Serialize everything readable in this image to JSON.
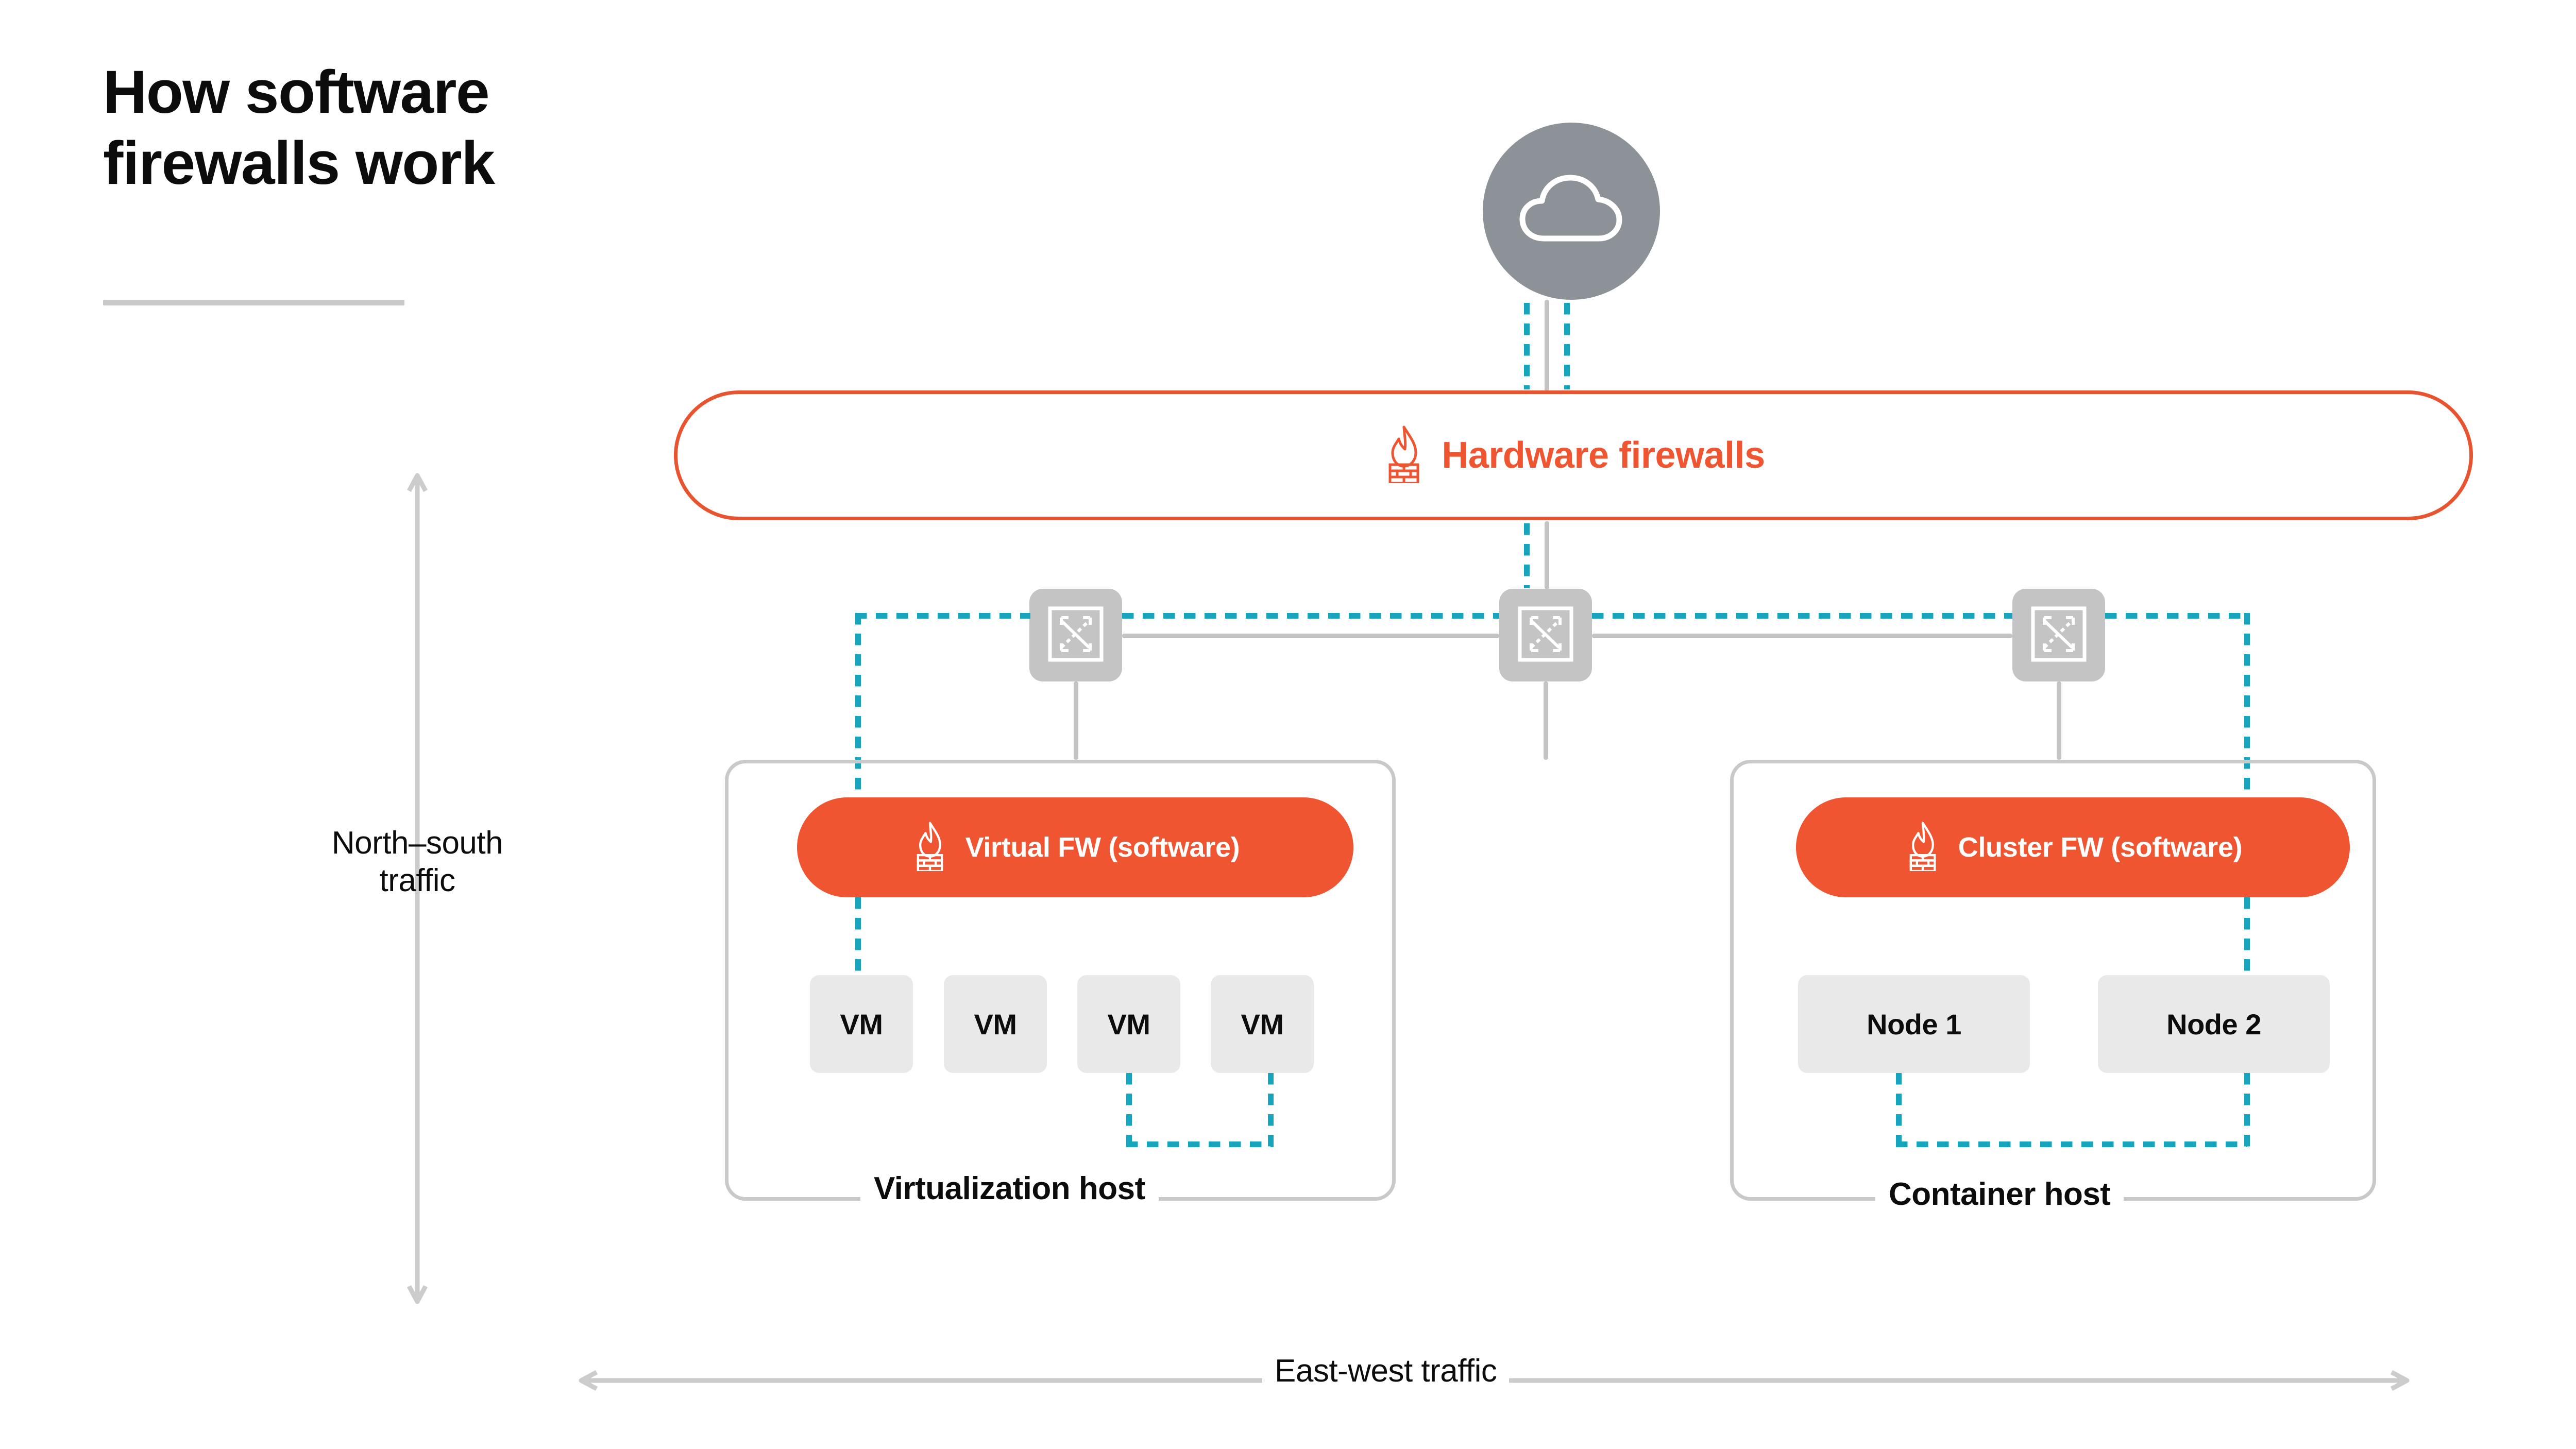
{
  "title": {
    "line1": "How software",
    "line2": "firewalls work"
  },
  "cloud": {
    "icon": "cloud-icon",
    "circle_color": "#8d9298"
  },
  "hardware_firewall": {
    "label": "Hardware firewalls",
    "icon": "firewall-flame-icon",
    "color": "#ee5530"
  },
  "switches": [
    {
      "id": "switch-left",
      "icon": "network-switch-icon"
    },
    {
      "id": "switch-mid",
      "icon": "network-switch-icon"
    },
    {
      "id": "switch-right",
      "icon": "network-switch-icon"
    }
  ],
  "hosts": [
    {
      "id": "virtualization-host",
      "label": "Virtualization host",
      "firewall": {
        "label": "Virtual FW (software)",
        "icon": "firewall-flame-icon"
      },
      "workloads": [
        {
          "label": "VM"
        },
        {
          "label": "VM"
        },
        {
          "label": "VM"
        },
        {
          "label": "VM"
        }
      ]
    },
    {
      "id": "container-host",
      "label": "Container host",
      "firewall": {
        "label": "Cluster FW (software)",
        "icon": "firewall-flame-icon"
      },
      "workloads": [
        {
          "label": "Node 1"
        },
        {
          "label": "Node 2"
        }
      ]
    }
  ],
  "axes": {
    "north_south": {
      "label_line1": "North–south",
      "label_line2": "traffic",
      "icon": "double-arrow-vertical-icon"
    },
    "east_west": {
      "label": "East-west traffic",
      "icon": "double-arrow-horizontal-icon"
    }
  },
  "colors": {
    "orange": "#ee5530",
    "orange_stroke": "#e8542f",
    "teal_dashed": "#17a5bd",
    "gray_line": "#c4c4c4",
    "gray_box_border": "#c9c9c9",
    "chip_fill": "#e9e9e9",
    "cloud_gray": "#8d9298",
    "text": "#0c0c0c"
  }
}
